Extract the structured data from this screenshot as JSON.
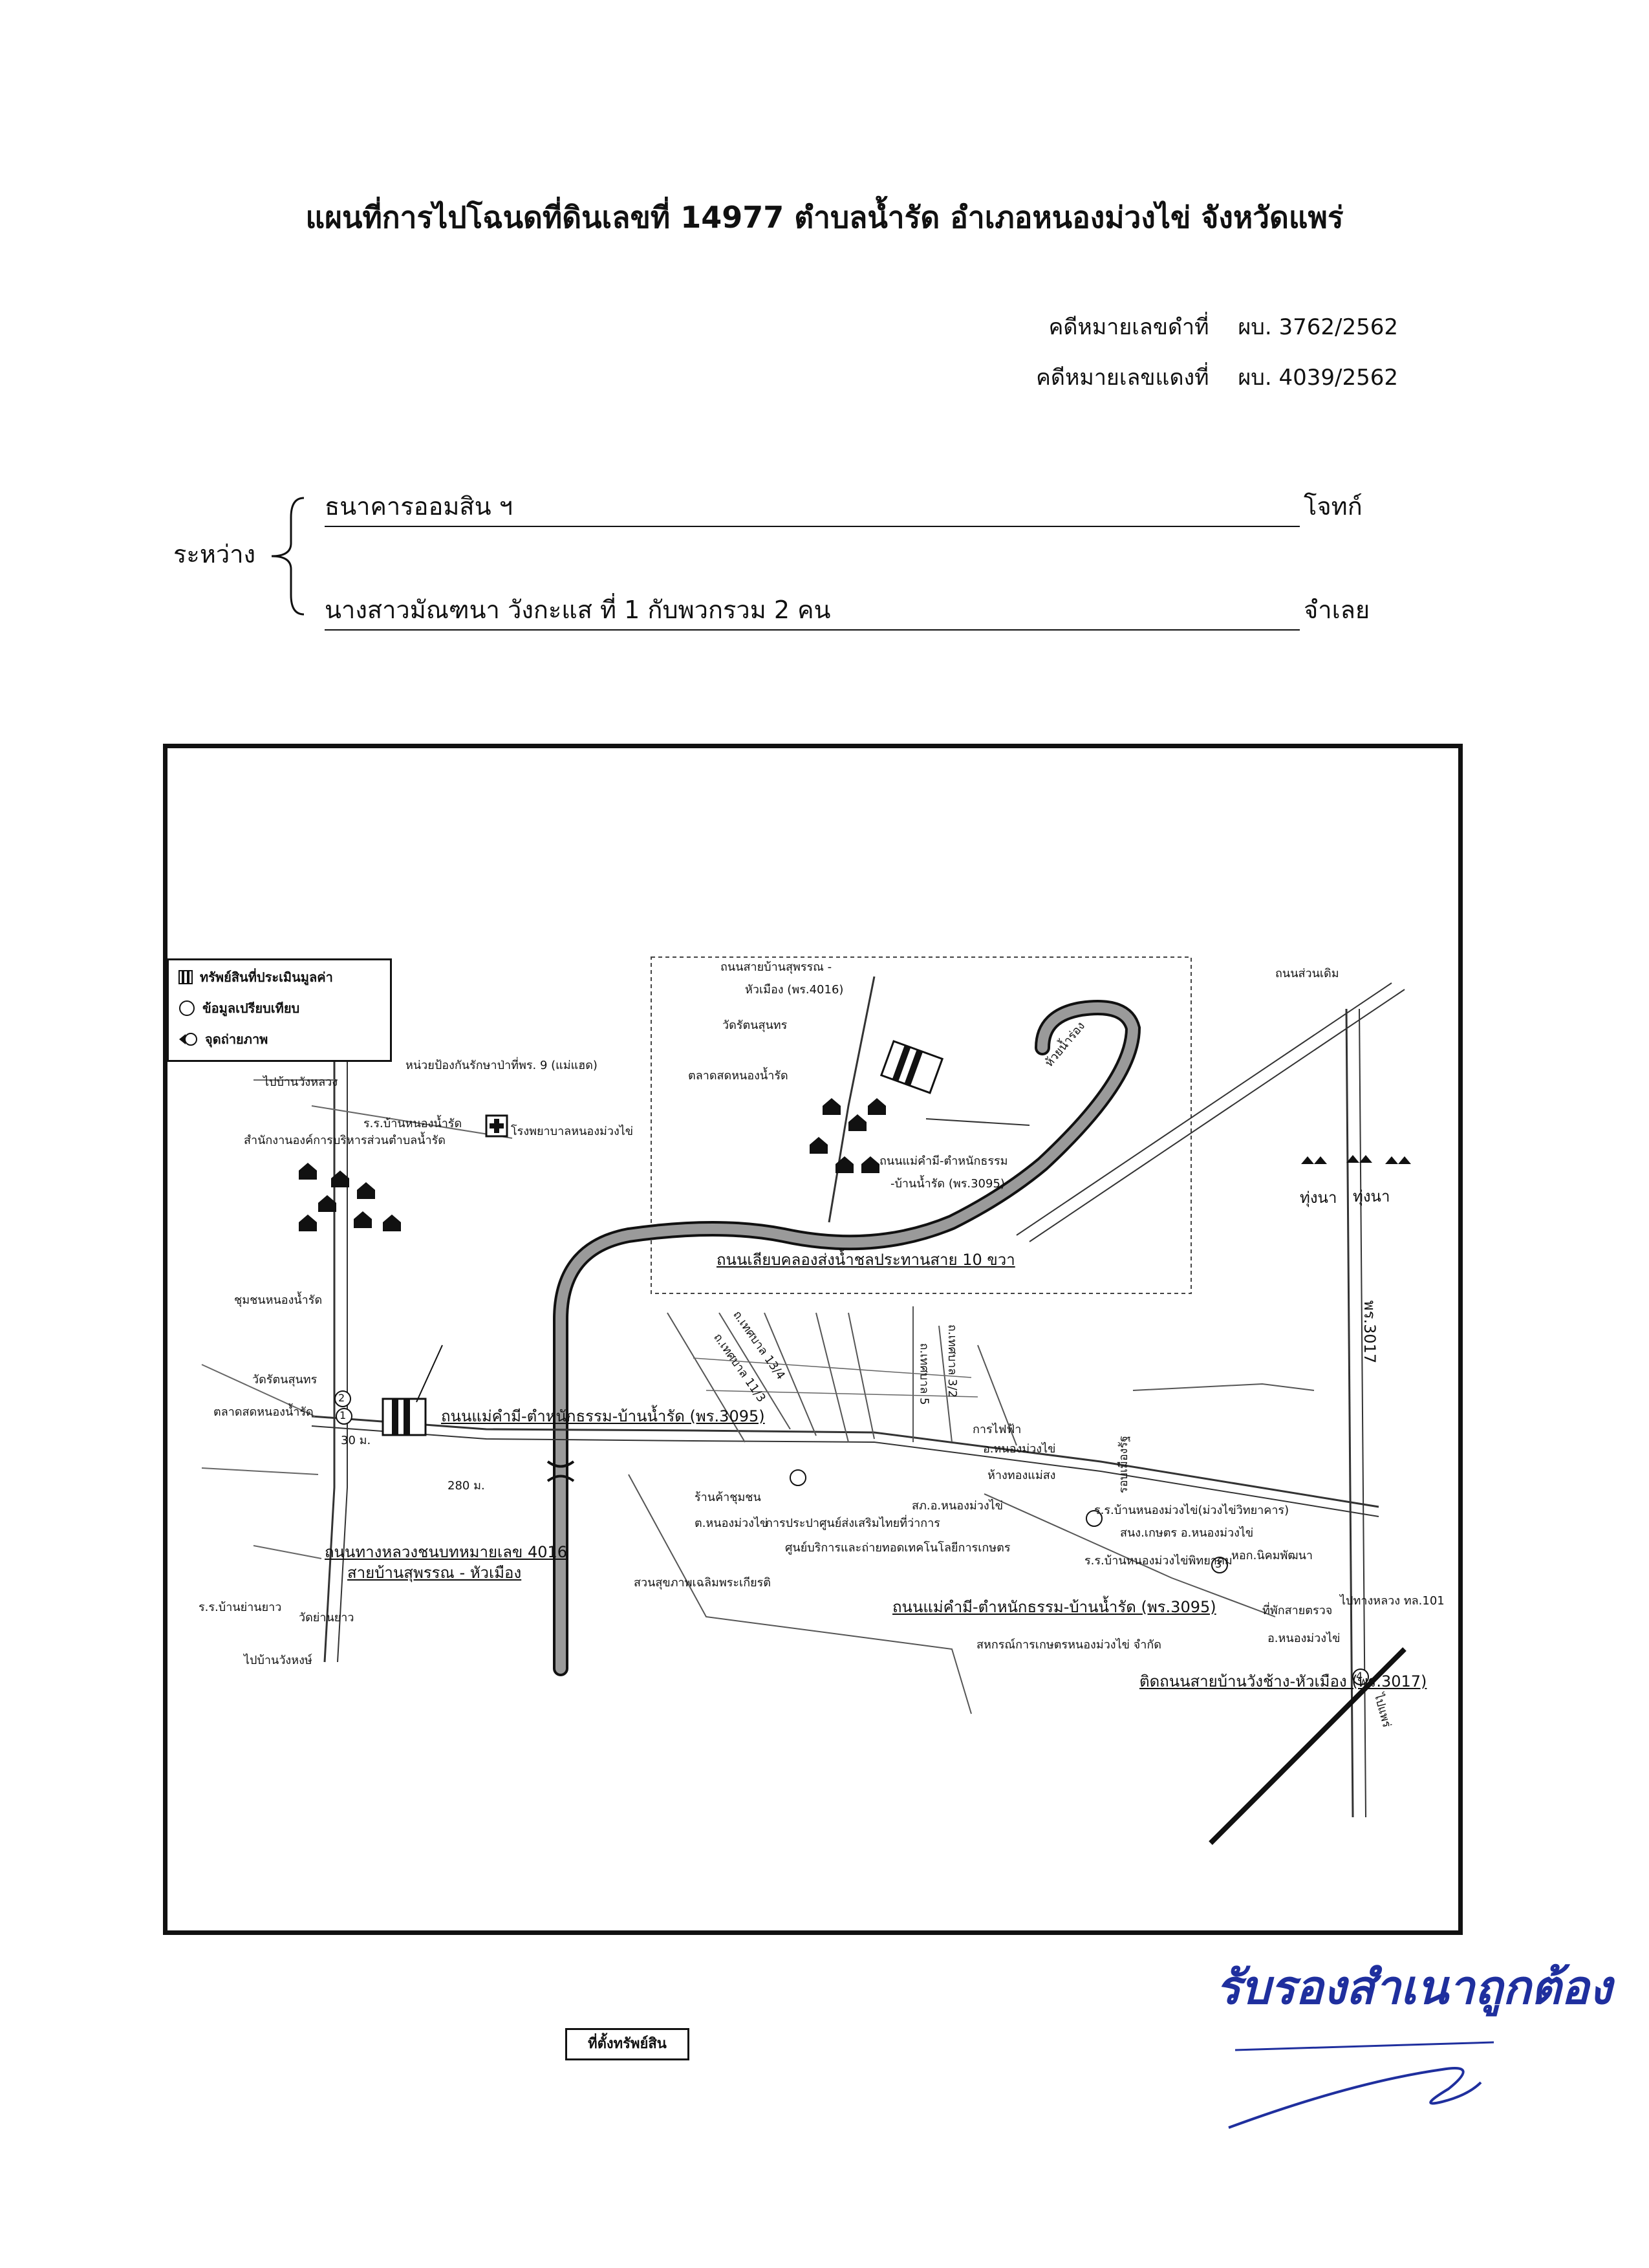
{
  "header": {
    "title": "แผนที่การไปโฉนดที่ดินเลขที่ 14977 ตำบลน้ำรัด อำเภอหนองม่วงไข่ จังหวัดแพร่"
  },
  "case": {
    "black_label": "คดีหมายเลขดำที่",
    "black_value": "ผบ. 3762/2562",
    "red_label": "คดีหมายเลขแดงที่",
    "red_value": "ผบ. 4039/2562"
  },
  "parties": {
    "between_label": "ระหว่าง",
    "plaintiff_name": "ธนาคารออมสิน ฯ",
    "plaintiff_role": "โจทก์",
    "defendant_name": "นางสาวมัณฑนา วังกะแส ที่ 1 กับพวกรวม 2 คน",
    "defendant_role": "จำเลย"
  },
  "legend": {
    "asset": "ทรัพย์สินที่ประเมินมูลค่า",
    "comparison": "ข้อมูลเปรียบเทียบ",
    "photo": "จุดถ่ายภาพ"
  },
  "map": {
    "asset_location": "ที่ตั้งทรัพย์สิน",
    "labels": {
      "road_4016_top": "ถนนสายบ้านสุพรรณ -",
      "road_4016_top2": "หัวเมือง (พร.4016)",
      "wat_top": "วัดรัตนสุนทร",
      "market_top": "ตลาดสดหนองน้ำรัด",
      "road_3095_inset": "ถนนแม่คำมี-ตำหนักธรรม",
      "road_3095_inset2": "-บ้านน้ำรัด (พร.3095)",
      "canal_road": "ถนนเลียบคลองส่งน้ำชลประทานสาย 10 ขวา",
      "forest_unit": "หน่วยป้องกันรักษาป่าที่พร. 9 (แม่แฮด)",
      "to_wangluang": "ไปบ้านวังหลวง",
      "school_nongnamrat": "ร.ร.บ้านหนองน้ำรัด",
      "tambon_office": "สำนักงานองค์การบริหารส่วนตำบลน้ำรัด",
      "hospital": "โรงพยาบาลหนองม่วงไข่",
      "community": "ชุมชนหนองน้ำรัด",
      "wat_left": "วัดรัตนสุนทร",
      "market_left": "ตลาดสดหนองน้ำรัด",
      "dist_30": "30 ม.",
      "dist_280": "280 ม.",
      "road_3095_main": "ถนนแม่คำมี-ตำหนักธรรม-บ้านน้ำรัด (พร.3095)",
      "highway_4016": "ถนนทางหลวงชนบทหมายเลข 4016",
      "highway_4016b": "สายบ้านสุพรรณ - หัวเมือง",
      "school_yang": "ร.ร.บ้านย่านยาว",
      "wat_yang": "วัดย่านยาว",
      "to_wangsong": "ไปบ้านวังหงษ์",
      "soi_13_4": "ถ.เทศบาล 13/4",
      "soi_11_3": "ถ.เทศบาล 11/3",
      "soi_5": "ถ.เทศบาล 5",
      "soi_3_2": "ถ.เทศบาล 3/2",
      "electricity": "การไฟฟ้า",
      "district_office": "อ.หนองม่วงไข่",
      "shop": "ร้านค้าชุมชน",
      "subdistrict": "ต.หนองม่วงไข่",
      "service_center": "การประปาศูนย์ส่งเสริมไทยที่ว่าการ",
      "service_center2": "ศูนย์บริการและถ่ายทอดเทคโนโลยีการเกษตร",
      "police": "สภ.อ.หนองม่วงไข่",
      "park": "สวนสุขภาพเฉลิมพระเกียรติ",
      "road_3095_right": "ถนนแม่คำมี-ตำหนักธรรม-บ้านน้ำรัด (พร.3095)",
      "cooperative": "สหกรณ์การเกษตรหนองม่วงไข่ จำกัด",
      "school_nmk": "ร.ร.บ้านหนองม่วงไข่(ม่วงไข่วิทยาคาร)",
      "agri_office": "สนง.เกษตร อ.หนองม่วงไข่",
      "school_phitthaya": "ร.ร.บ้านหนองม่วงไข่พิทยาคม",
      "dorm": "หอก.นิคมพัฒนา",
      "rest_stop": "ที่พักสายตรวจ",
      "rest_stop2": "อ.หนองม่วงไข่",
      "highway_101": "ไปทางหลวง ทล.101",
      "to_3017": "ติดถนนสายบ้านวังช้าง-หัวเมือง (พร.3017)",
      "to_phrae": "ไปแพร่",
      "field1": "ทุ่งนา",
      "field2": "ทุ่งนา",
      "pr3017": "พร.3017",
      "reservoir": "ห้วยน้ำร่อง",
      "gold_shop": "ห้างทองแม่สง",
      "bridge_top": "รอบเมืองรัฐ",
      "top_right": "ถนนส่วนเดิม"
    },
    "photo_points": [
      "1",
      "2",
      "3",
      "4"
    ]
  },
  "stamp": {
    "text": "รับรองสำเนาถูกต้อง"
  },
  "colors": {
    "ink": "#111111",
    "stamp": "#1f2f9e"
  }
}
